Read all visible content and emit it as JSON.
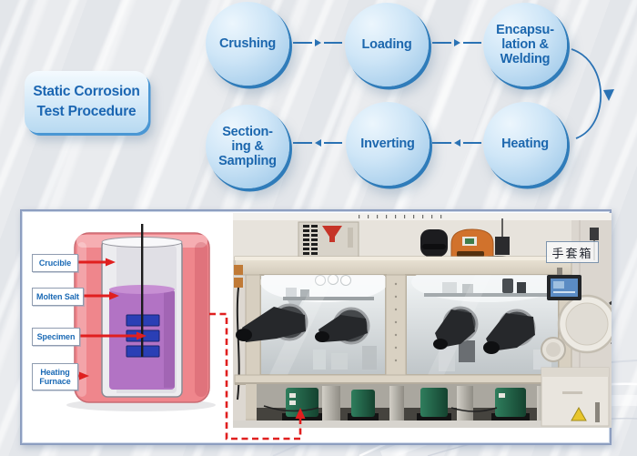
{
  "slide": {
    "title": "Static Corrosion\nTest Procedure",
    "flowchart": {
      "steps": [
        {
          "label": "Crushing"
        },
        {
          "label": "Loading"
        },
        {
          "label": "Encapsu-\nlation &\nWelding"
        },
        {
          "label": "Heating"
        },
        {
          "label": "Inverting"
        },
        {
          "label": "Section-\ning &\nSampling"
        }
      ]
    },
    "apparatus_diagram": {
      "labels": [
        {
          "text": "Crucible"
        },
        {
          "text": "Molten Salt"
        },
        {
          "text": "Specimen"
        },
        {
          "text": "Heating\nFurnace"
        }
      ]
    },
    "photo": {
      "annotation": "手套箱"
    },
    "colors": {
      "accent_blue": "#1c67ae",
      "circle_fill": "#bcdcf2",
      "circle_rim": "#2f7cba",
      "callout_red": "#e01f1f",
      "molten_salt_purple": "#b273c4",
      "specimen_blue": "#2a3fb5",
      "furnace_pink": "#ef868c",
      "glovebox_green": "#1f6b4a"
    }
  }
}
